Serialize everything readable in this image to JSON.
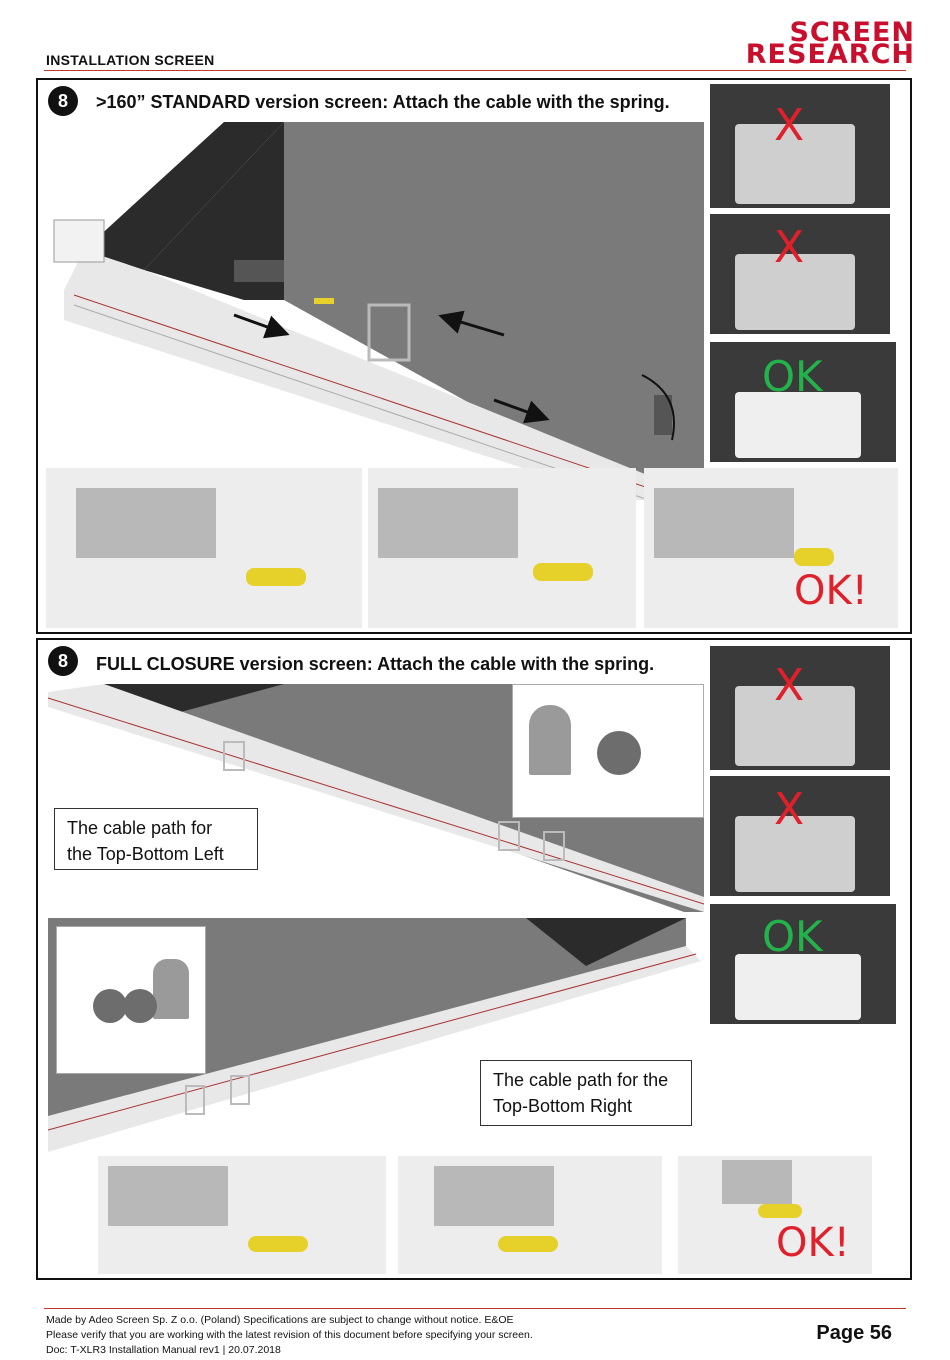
{
  "header": {
    "section_label": "INSTALLATION SCREEN",
    "logo_line1": "SCREEN",
    "logo_line2": "RESEARCH"
  },
  "step1": {
    "number": "8",
    "title": ">160” STANDARD version screen: Attach the cable with the spring.",
    "marks": [
      "X",
      "X",
      "OK"
    ],
    "detail_mark": "OK!"
  },
  "step2": {
    "number": "8",
    "title": "FULL CLOSURE version screen: Attach the cable with the spring.",
    "callout_left_line1": "The cable path for",
    "callout_left_line2": "the Top-Bottom Left",
    "callout_right_line1": "The cable path for the",
    "callout_right_line2": "Top-Bottom Right",
    "marks": [
      "X",
      "X",
      "OK"
    ],
    "detail_mark": "OK!"
  },
  "footer": {
    "line1": "Made by Adeo Screen Sp. Z o.o. (Poland) Specifications are subject to change without notice. E&OE",
    "line2": "Please verify that you are working with the latest revision of this document before specifying your screen.",
    "line3": "Doc: T-XLR3 Installation Manual rev1 | 20.07.2018",
    "page": "Page 56"
  },
  "colors": {
    "brand_red": "#c8102e",
    "wrong_mark": "#e0202a",
    "ok_mark": "#22b34b"
  }
}
